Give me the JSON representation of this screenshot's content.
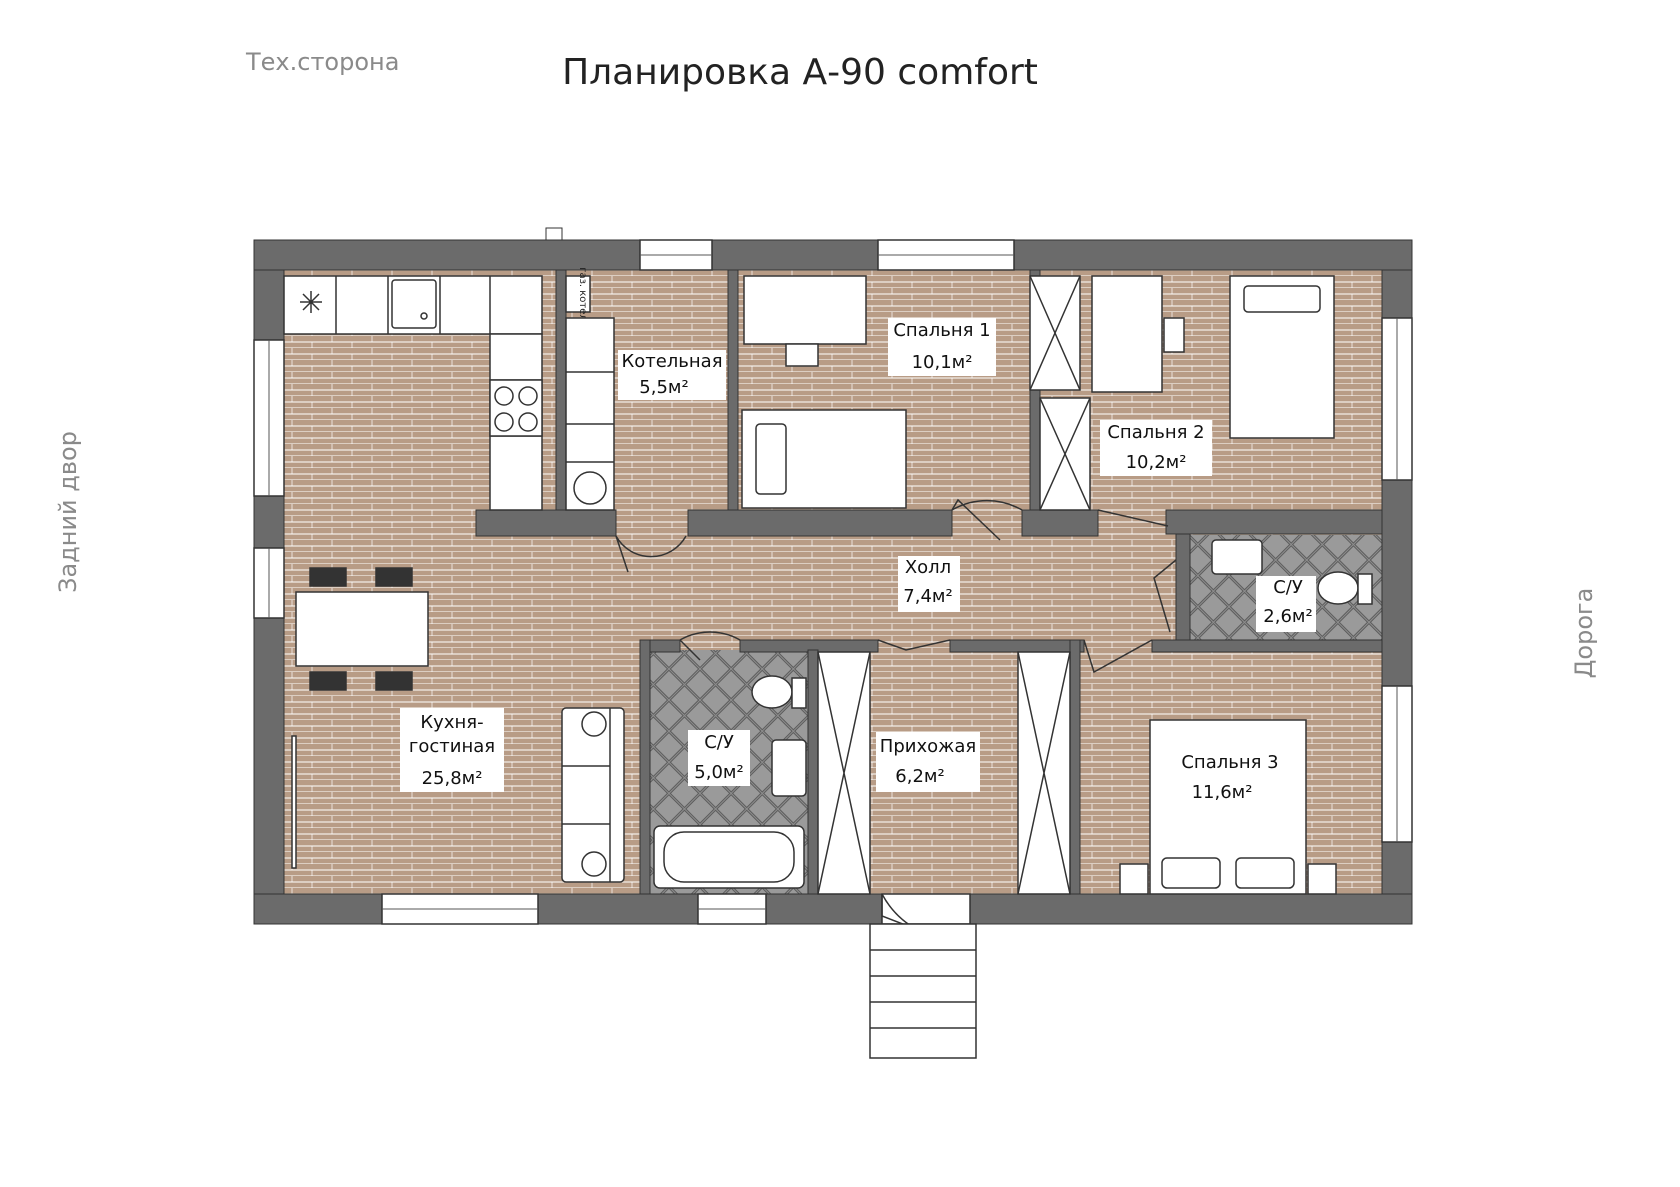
{
  "title": "Планировка А-90 comfort",
  "side_labels": {
    "top_left": "Тех.сторона",
    "left": "Задний двор",
    "right": "Дорога"
  },
  "appliances": {
    "boiler": "газ. котел"
  },
  "rooms": [
    {
      "id": "kitchen",
      "name": "Кухня-гостиная",
      "area": "25,8м²"
    },
    {
      "id": "boiler_room",
      "name": "Котельная",
      "area": "5,5м²"
    },
    {
      "id": "bedroom1",
      "name": "Спальня 1",
      "area": "10,1м²"
    },
    {
      "id": "bedroom2",
      "name": "Спальня 2",
      "area": "10,2м²"
    },
    {
      "id": "hall",
      "name": "Холл",
      "area": "7,4м²"
    },
    {
      "id": "bath_small",
      "name": "С/У",
      "area": "2,6м²"
    },
    {
      "id": "bath_large",
      "name": "С/У",
      "area": "5,0м²"
    },
    {
      "id": "entrance",
      "name": "Прихожая",
      "area": "6,2м²"
    },
    {
      "id": "bedroom3",
      "name": "Спальня 3",
      "area": "11,6м²"
    }
  ],
  "colors": {
    "wall": "#6b6b6b",
    "floor_wood": "#b79a84",
    "floor_tile": "#8f8f8f",
    "line": "#222222",
    "label_gray": "#8a8a8a"
  }
}
